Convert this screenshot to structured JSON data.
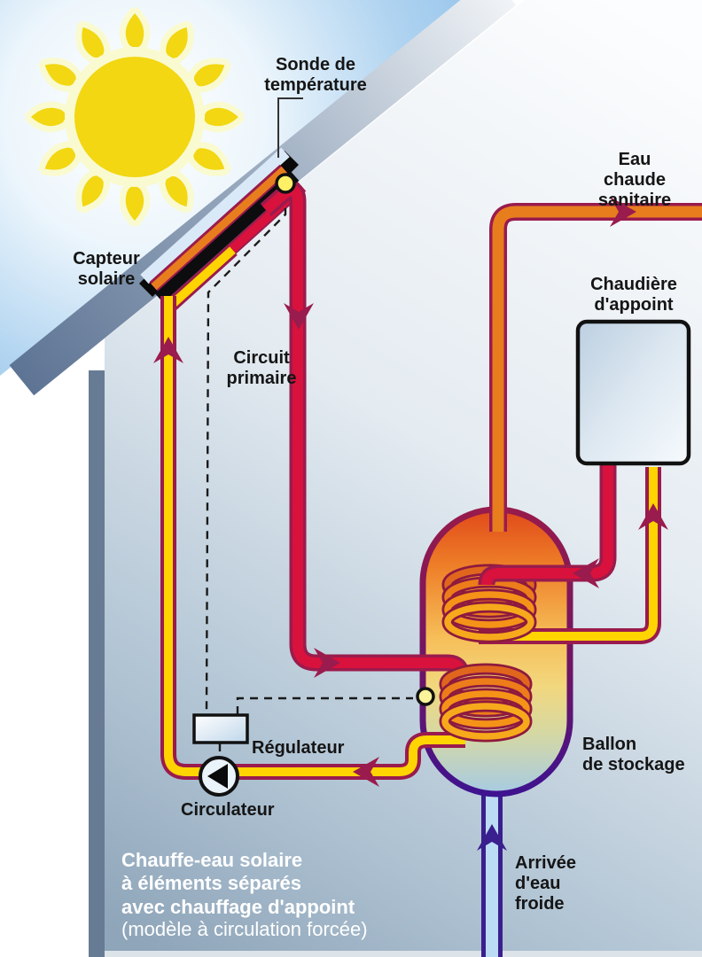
{
  "diagram": {
    "labels": {
      "sonde": "Sonde de\ntempérature",
      "capteur": "Capteur\nsolaire",
      "circuit_primaire": "Circuit\nprimaire",
      "eau_chaude": "Eau chaude\nsanitaire",
      "chaudiere": "Chaudière\nd'appoint",
      "ballon": "Ballon\nde stockage",
      "regulateur": "Régulateur",
      "circulateur": "Circulateur",
      "arrivee_eau_froide": "Arrivée\nd'eau\nfroide"
    },
    "title": "Chauffe-eau solaire\nà éléments séparés\navec chauffage d'appoint",
    "subtitle": "(modèle à circulation forcée)",
    "colors": {
      "hot_pipe_red": "#D8123C",
      "return_pipe_yellow": "#FFD400",
      "sanitary_pipe_orange": "#E87D1E",
      "pipe_outline_maroon": "#9A1B4D",
      "cold_pipe_blue": "#BBDCF4",
      "cold_pipe_outline": "#3A1F8F",
      "sun_yellow": "#F2D712",
      "sky_blue": "#7FB6E6",
      "roof_gray": "#5E7494",
      "wall_gray": "#677C94"
    }
  }
}
